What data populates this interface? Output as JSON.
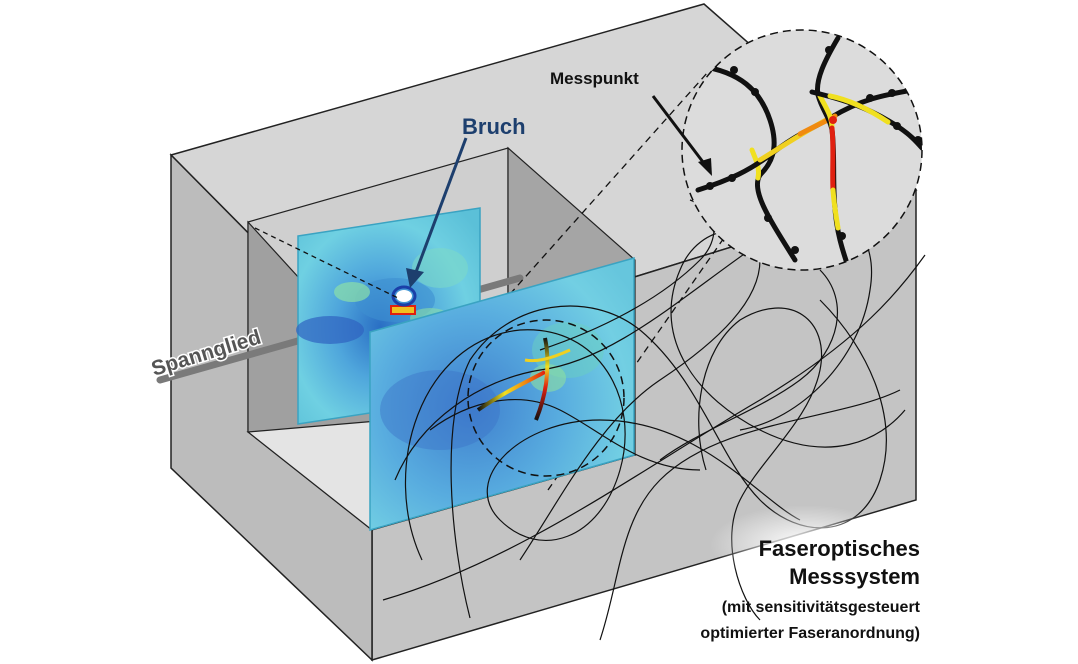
{
  "labels": {
    "fracture": "Bruch",
    "tendon": "Spannglied",
    "measuring_point": "Messpunkt",
    "system_line1": "Faseroptisches",
    "system_line2": "Messsystem",
    "system_sub1": "(mit sensitivitätsgesteuert",
    "system_sub2": "optimierter Faseranordnung)"
  },
  "colors": {
    "fracture_label": "#1d3f6e",
    "block_front": "#bdbdbd",
    "block_top": "#d6d6d6",
    "block_side": "#a9a9a9",
    "stress_plane": "#5fc3d8"
  }
}
